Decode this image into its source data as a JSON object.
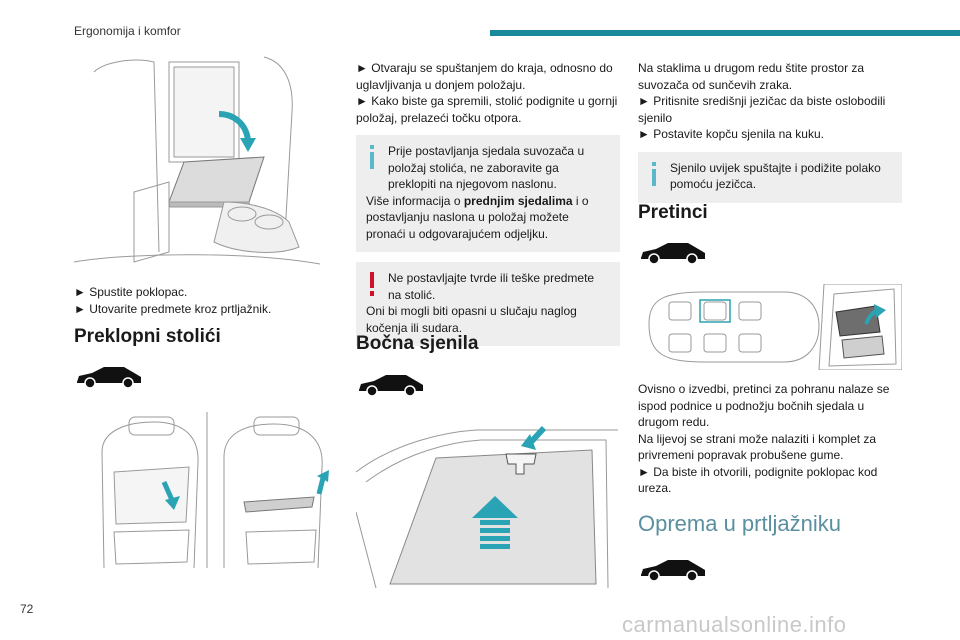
{
  "header": {
    "section": "Ergonomija i komfor"
  },
  "page_number": "72",
  "watermark": "carmanualsonline.info",
  "colors": {
    "accent_bar": "#1a8a9a",
    "info_icon": "#5bb8c8",
    "warning_icon": "#d0112b",
    "note_bg": "#eeeeee",
    "light_heading": "#5a8fa0"
  },
  "col1": {
    "steps": [
      "► Spustite poklopac.",
      "► Utovarite predmete kroz prtljažnik."
    ],
    "heading": "Preklopni stolići"
  },
  "col2": {
    "steps": [
      "► Otvaraju se spuštanjem do kraja, odnosno do uglavljivanja u donjem položaju.",
      "► Kako biste ga spremili, stolić podignite u gornji položaj, prelazeći točku otpora."
    ],
    "info_note": {
      "first": "Prije postavljanja sjedala suvozača u položaj stolića, ne zaboravite ga preklopiti na njegovom naslonu.",
      "second_pre": "Više informacija o ",
      "second_bold": "prednjim sjedalima",
      "second_post": " i o postavljanju naslona u položaj možete pronaći u odgovarajućem odjeljku."
    },
    "warning_note": {
      "first": "Ne postavljajte tvrde ili teške predmete na stolić.",
      "second": "Oni bi mogli biti opasni u slučaju naglog kočenja ili sudara."
    },
    "heading": "Bočna sjenila"
  },
  "col3": {
    "intro": "Na staklima u drugom redu štite prostor za suvozača od sunčevih zraka.",
    "steps": [
      "► Pritisnite središnji jezičac da biste oslobodili sjenilo",
      "► Postavite kopču sjenila na kuku."
    ],
    "info_note": "Sjenilo uvijek spuštajte i podižite polako pomoću jezičca.",
    "heading_compartments": "Pretinci",
    "body_compartments": [
      "Ovisno o izvedbi, pretinci za pohranu nalaze se ispod podnice u podnožju bočnih sjedala u drugom redu.",
      "Na lijevoj se strani može nalaziti i komplet za privremeni popravak probušene gume.",
      "► Da biste ih otvorili, podignite poklopac kod ureza."
    ],
    "heading_trunk": "Oprema u prtljažniku"
  },
  "icons": [
    "car-silhouette-icon",
    "info-icon",
    "warning-icon",
    "arrow-icon"
  ]
}
